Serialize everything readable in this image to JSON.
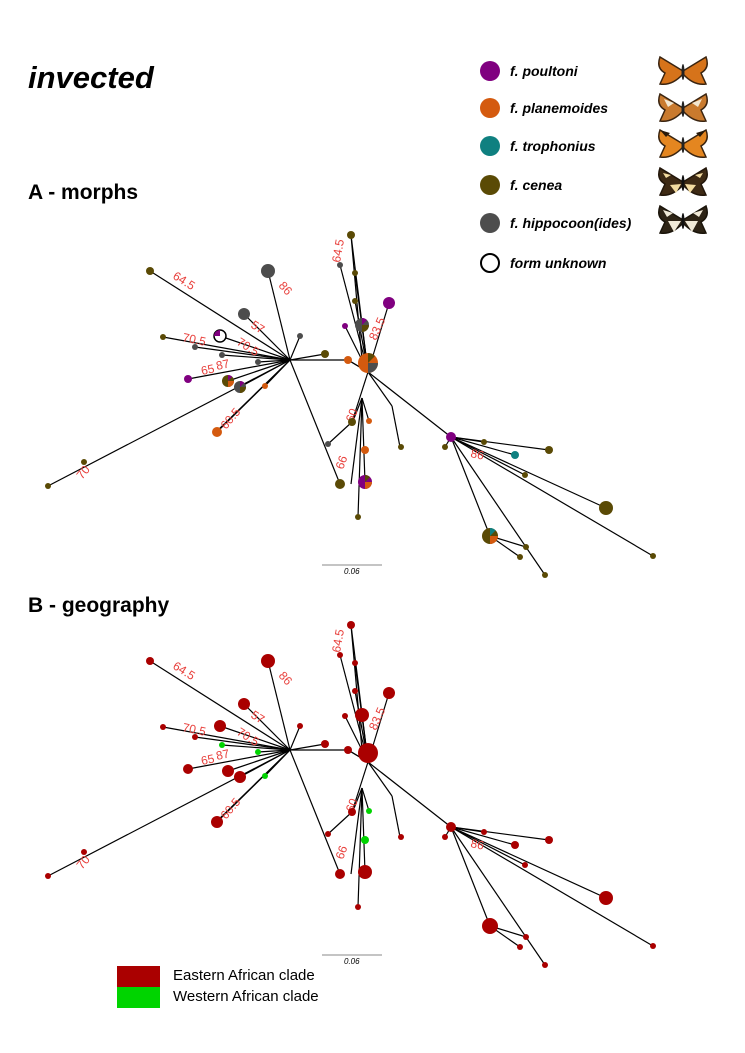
{
  "title": "invected",
  "panels": {
    "a_title": "A - morphs",
    "b_title": "B - geography"
  },
  "legend_morphs": [
    {
      "label": "f. poultoni",
      "color": "#800080",
      "icon": "poultoni-butterfly-icon"
    },
    {
      "label": "f. planemoides",
      "color": "#d45a0f",
      "icon": "planemoides-butterfly-icon"
    },
    {
      "label": "f. trophonius",
      "color": "#0f8080",
      "icon": "trophonius-butterfly-icon"
    },
    {
      "label": "f. cenea",
      "color": "#5a4a05",
      "icon": "cenea-butterfly-icon"
    },
    {
      "label": "f. hippocoon(ides)",
      "color": "#4d4d4d",
      "icon": "hippocoon-butterfly-icon"
    },
    {
      "label": "form unknown",
      "color": "#ffffff"
    }
  ],
  "legend_geography": [
    {
      "label": "Eastern African clade",
      "color": "#aa0000"
    },
    {
      "label": "Western African clade",
      "color": "#00d400"
    }
  ],
  "scale_label": "0.06",
  "branch_labels": [
    "64.5",
    "86",
    "64.5",
    "57",
    "70.5",
    "70.5",
    "83.5",
    "65",
    "87",
    "60.5",
    "70",
    "60",
    "66",
    "86"
  ],
  "colors": {
    "branch_label": "#e8403c",
    "branch": "#000000"
  }
}
